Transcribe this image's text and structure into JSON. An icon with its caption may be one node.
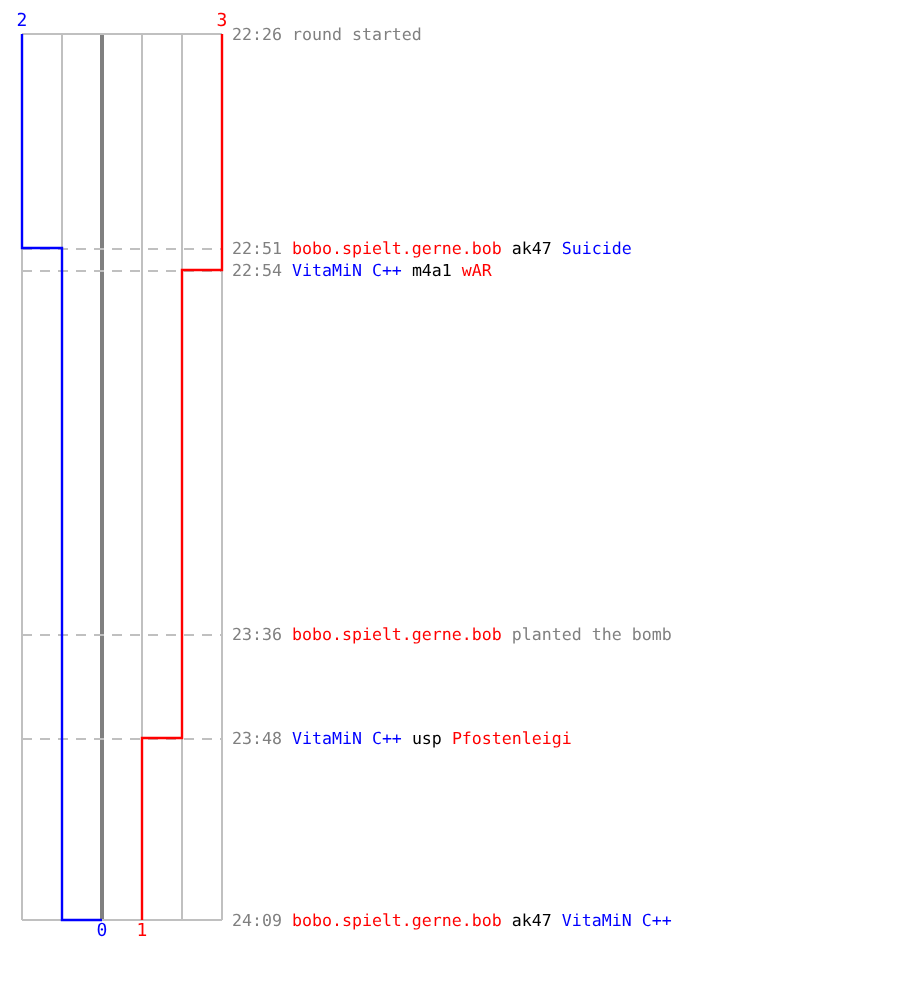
{
  "diagram": {
    "labels": [
      "2",
      "3",
      "22:26",
      "round started",
      "22:51",
      "bobo.spielt.gerne.bob",
      "ak47",
      "Suicide",
      "22:54",
      "VitaMiN C++",
      "m4a1",
      "wAR",
      "23:36",
      "bobo.spielt.gerne.bob",
      "planted the bomb",
      "23:48",
      "VitaMiN C++",
      "usp",
      "Pfostenleigi",
      "24:09",
      "bobo.spielt.gerne.bob",
      "ak47",
      "VitaMiN C++",
      "0",
      "1"
    ]
  }
}
